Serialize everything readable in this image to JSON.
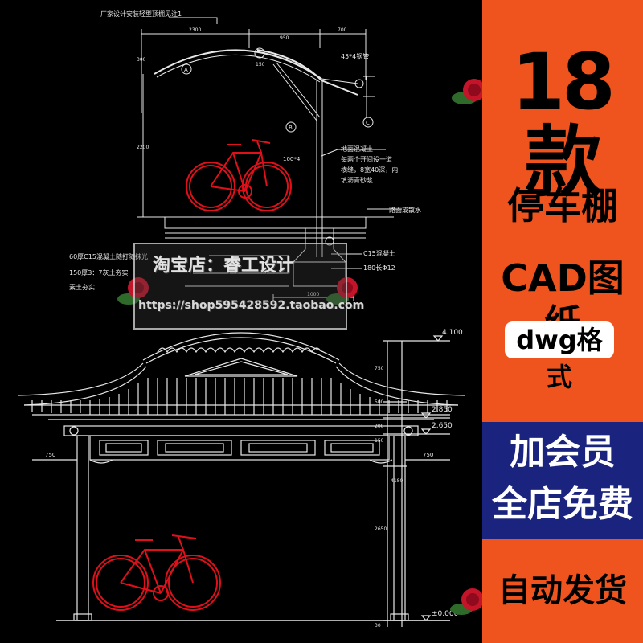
{
  "badge": {
    "count_label": "18款",
    "product_label": "停车棚",
    "format_label": "CAD图纸",
    "file_format": "dwg格式",
    "member_line1": "加会员",
    "member_line2": "全店免费",
    "delivery": "自动发货"
  },
  "watermark": {
    "shop": "淘宝店：睿工设计",
    "url": "https://shop595428592.taobao.com"
  },
  "drawing_top": {
    "note_manufacturer": "厂家设计安装轻型顶棚见注1",
    "dim_2300": "2300",
    "dim_950": "950",
    "dim_700": "700",
    "dim_300": "300",
    "dim_150": "150",
    "dim_2200": "2200",
    "pipe_note": "45*4钢管",
    "tube_note": "100*4",
    "ground_note1": "地面混凝土",
    "ground_note2": "每两个开间设一道",
    "ground_note3": "横缝，8宽40深，内",
    "ground_note4": "填沥青砂浆",
    "pavement_note": "路面或散水",
    "layer1": "60厚C15混凝土随打随抹光",
    "layer2": "150厚3：7灰土夯实",
    "layer3": "素土夯实",
    "c15_note": "C15混凝土",
    "rebar_note": "180长Φ12",
    "dim_1000": "1000",
    "grid_a": "A",
    "grid_b": "B",
    "grid_c": "C"
  },
  "drawing_bottom": {
    "elev_top": "4.100",
    "elev_mid1": "2.850",
    "elev_mid2": "2.650",
    "elev_zero": "±0.000",
    "dim_750a": "750",
    "dim_500": "500",
    "dim_200": "200",
    "dim_150b": "150",
    "dim_4180": "4180",
    "dim_2650": "2650",
    "dim_30": "30",
    "dim_750_left": "750",
    "dim_750_right": "750"
  },
  "colors": {
    "accent_orange": "#f0541e",
    "member_blue": "#1a237e",
    "bike_red": "#e0101a",
    "line_white": "#e8e8e8"
  }
}
